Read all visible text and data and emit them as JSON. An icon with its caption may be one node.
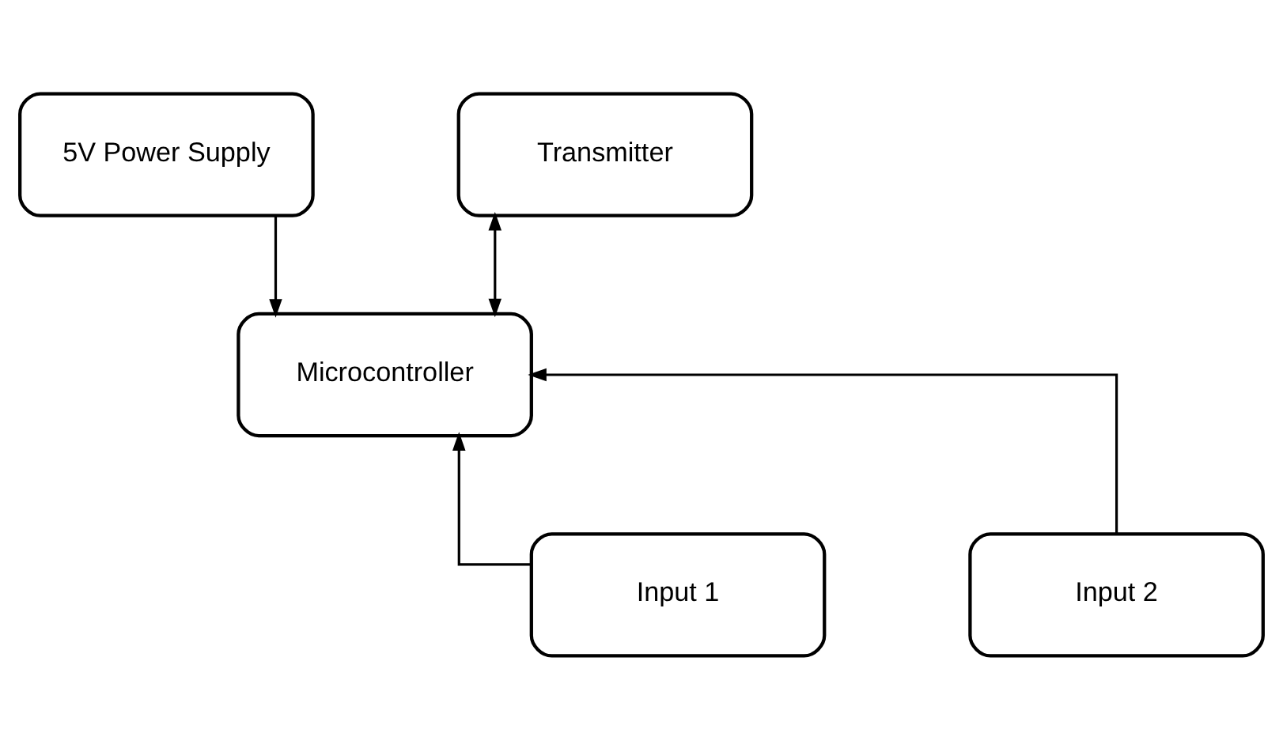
{
  "diagram": {
    "nodes": [
      {
        "text": [
          "5V Power Supply"
        ]
      },
      {
        "text": [
          "Transmitter"
        ]
      },
      {
        "text": [
          "Microcontroller"
        ]
      },
      {
        "text": [
          "Input 1"
        ]
      },
      {
        "text": [
          "Input 2"
        ]
      }
    ],
    "edges": [
      {
        "from": 0,
        "to": 2,
        "arrow": "to"
      },
      {
        "from": 2,
        "to": 1,
        "arrow": "both"
      },
      {
        "from": 3,
        "to": 2,
        "arrow": "to"
      },
      {
        "from": 4,
        "to": 2,
        "arrow": "to"
      }
    ]
  }
}
